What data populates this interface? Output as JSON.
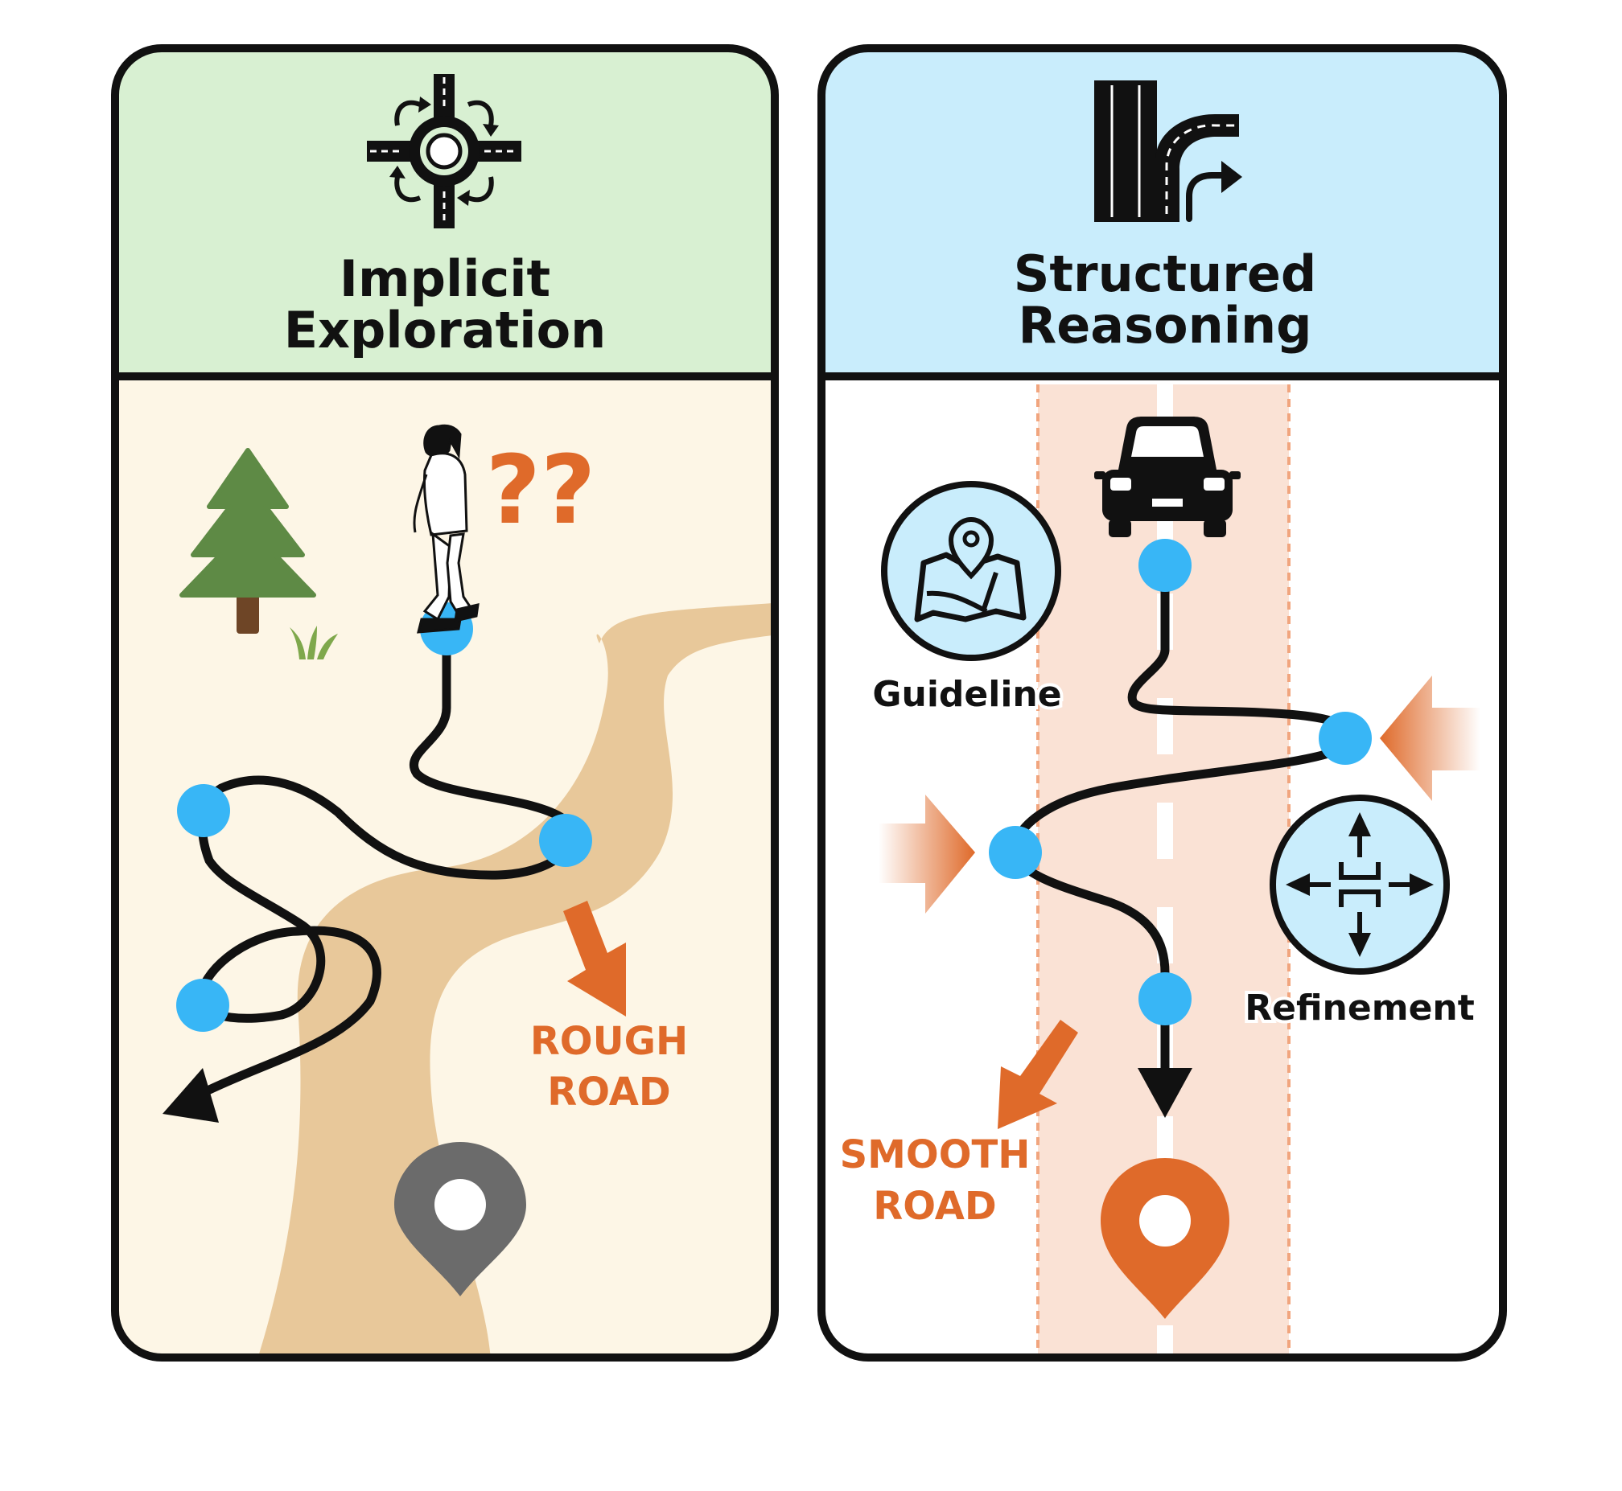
{
  "left_panel": {
    "title_line1": "Implicit",
    "title_line2": "Exploration",
    "road_label_line1": "ROUGH",
    "road_label_line2": "ROAD",
    "icon": "roundabout-icon",
    "header_color": "#d8f0d2",
    "body_color": "#fdf6e6",
    "road_color": "#e8c89a"
  },
  "right_panel": {
    "title_line1": "Structured",
    "title_line2": "Reasoning",
    "guideline_label": "Guideline",
    "refinement_label": "Refinement",
    "road_label_line1": "SMOOTH",
    "road_label_line2": "ROAD",
    "icon": "road-fork-icon",
    "header_color": "#c9edfc",
    "body_color": "#ffffff",
    "road_color": "#fae2d5"
  },
  "colors": {
    "accent_orange": "#df6a2a",
    "node_blue": "#38b6f6",
    "outline": "#111111",
    "grey_pin": "#6b6b6b"
  }
}
